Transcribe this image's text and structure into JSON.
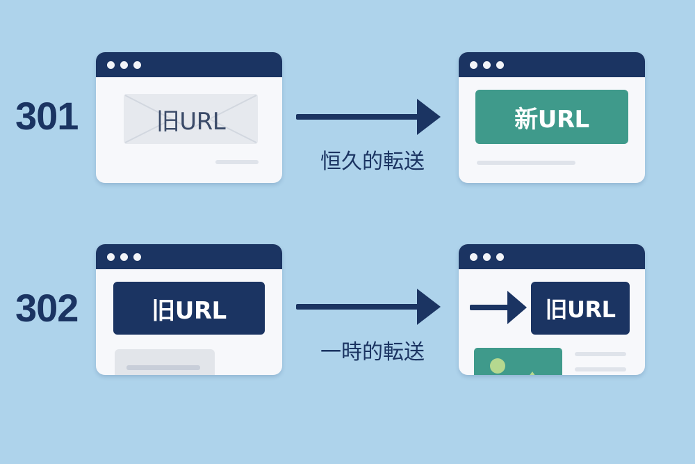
{
  "colors": {
    "background": "#aed3eb",
    "navy": "#1b3462",
    "teal": "#3f9a8b",
    "window": "#f7f8fb",
    "light_gray": "#e6e9ee",
    "image_shape": "#b5d88f"
  },
  "rows": [
    {
      "code": "301",
      "transfer_label": "恒久的転送",
      "source": {
        "url_label": "旧URL",
        "style": "faded-envelope"
      },
      "target": {
        "url_label": "新URL",
        "style": "teal"
      }
    },
    {
      "code": "302",
      "transfer_label": "一時的転送",
      "source": {
        "url_label": "旧URL",
        "style": "navy"
      },
      "target": {
        "url_label": "旧URL",
        "style": "navy-with-arrow"
      }
    }
  ],
  "icons": {
    "window_dots": "window-control-dots-icon",
    "arrow": "right-arrow-icon",
    "image": "image-placeholder-icon"
  }
}
